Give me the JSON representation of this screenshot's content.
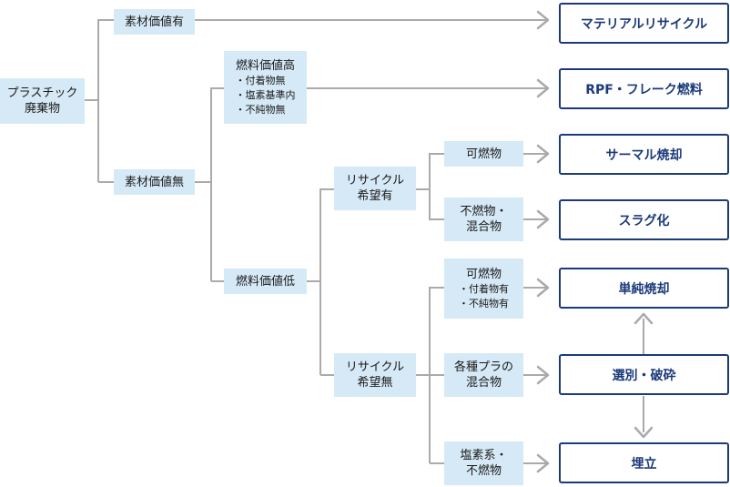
{
  "nodes": {
    "root": "プラスチック\n廃棄物",
    "valuable": "素材価値有",
    "no_value": "素材価値無",
    "fuel_high": {
      "title": "燃料価値高",
      "items": [
        "・付着物無",
        "・塩素基準内",
        "・不純物無"
      ]
    },
    "fuel_low": "燃料価値低",
    "recyclable": "リサイクル\n希望有",
    "not_recyclable": "リサイクル\n希望無",
    "combustible": "可燃物",
    "incombustible_mixed": "不燃物・\n混合物",
    "combustible2": {
      "title": "可燃物",
      "items": [
        "・付着物有",
        "・不純物有"
      ]
    },
    "mixed_plastics": "各種プラの\n混合物",
    "chlorine": "塩素系・\n不燃物"
  },
  "outcomes": {
    "material_recycle": "マテリアルリサイクル",
    "rpf": "RPF・フレーク燃料",
    "thermal": "サーマル焼却",
    "slag": "スラグ化",
    "simple_incineration": "単純焼却",
    "sorting": "選別・破砕",
    "landfill": "埋立"
  },
  "colors": {
    "node_fill": "#d6e9f6",
    "outcome_border": "#1b3a7a",
    "outcome_text": "#1b3a7a",
    "connector": "#aaaaaa"
  }
}
